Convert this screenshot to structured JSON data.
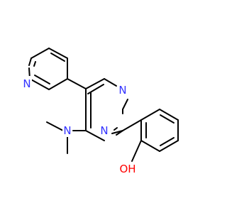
{
  "molecule": {
    "atom_labels": {
      "n_pyridine": "N",
      "n_pyrimidine_1": "N",
      "n_pyrimidine_3": "N",
      "n_dimethylamino": "N",
      "hydroxyl": "OH"
    }
  },
  "colors": {
    "bond": "#000000",
    "nitrogen": "#3333ff",
    "oxygen": "#ff0000",
    "background": "#ffffff"
  }
}
